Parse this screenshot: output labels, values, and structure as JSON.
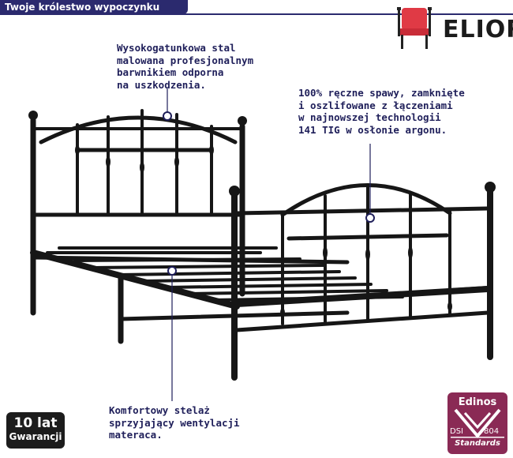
{
  "header": {
    "tagline": "Twoje królestwo wypoczynku"
  },
  "brand": {
    "name": "ELIOR",
    "accent_color": "#e03a45"
  },
  "callouts": {
    "top_left": "Wysokogatunkowa stal\nmalowana profesjonalnym\nbarwnikiem odporna\nna uszkodzenia.",
    "top_right": "100% ręczne spawy, zamknięte\ni oszlifowane z łączeniami\nw najnowszej technologii\n141 TIG w osłonie argonu.",
    "bottom": "Komfortowy stelaż\nsprzyjający wentylacji\nmateraca."
  },
  "warranty": {
    "years": "10 lat",
    "label": "Gwarancji"
  },
  "certification": {
    "name": "Edinos",
    "code_left": "DSI",
    "code_right": "804",
    "subtitle": "Standards",
    "color": "#8a2a55"
  },
  "product": {
    "color": "#161616",
    "callout_color": "#1f1f5a"
  }
}
